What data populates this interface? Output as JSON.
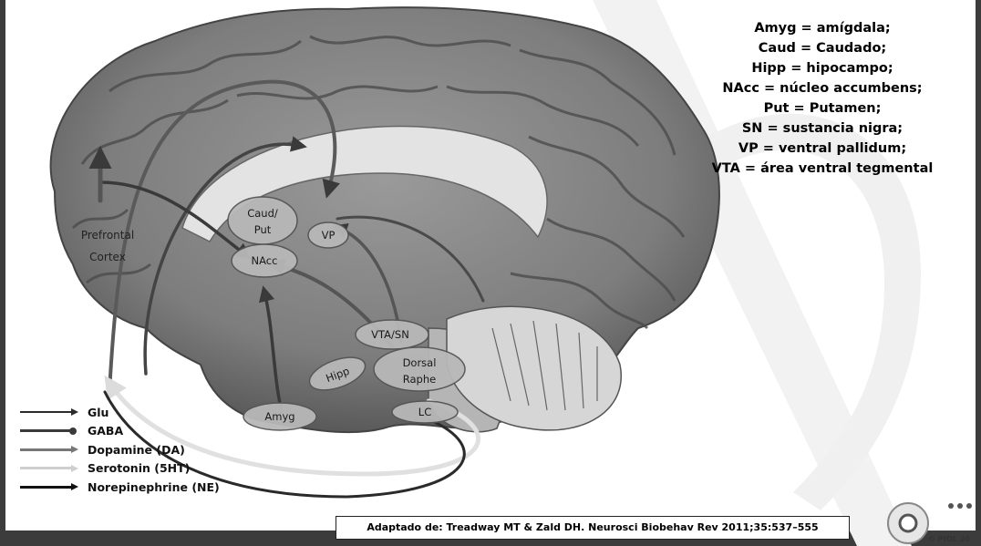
{
  "abbreviations": [
    "Amyg = amígdala;",
    "Caud = Caudado;",
    "Hipp = hipocampo;",
    "NAcc = núcleo accumbens;",
    "Put = Putamen;",
    "SN = sustancia nigra;",
    "VP = ventral pallidum;",
    "VTA = área ventral tegmental"
  ],
  "brain_labels": {
    "prefrontal_line1": "Prefrontal",
    "prefrontal_line2": "Cortex",
    "caud_put_line1": "Caud/",
    "caud_put_line2": "Put",
    "vp": "VP",
    "nacc": "NAcc",
    "vta_sn": "VTA/SN",
    "hipp": "Hipp",
    "dorsal_raphe_line1": "Dorsal",
    "dorsal_raphe_line2": "Raphe",
    "amyg": "Amyg",
    "lc": "LC"
  },
  "legend": [
    {
      "label": "Glu",
      "color": "#2b2b2b",
      "tip": "arrow"
    },
    {
      "label": "GABA",
      "color": "#3a3a3a",
      "tip": "dot"
    },
    {
      "label": "Dopamine (DA)",
      "color": "#777777",
      "tip": "arrow"
    },
    {
      "label": "Serotonin (5HT)",
      "color": "#cfcfcf",
      "tip": "arrow"
    },
    {
      "label": "Norepinephrine (NE)",
      "color": "#111111",
      "tip": "arrow"
    }
  ],
  "citation": "Adaptado de: Treadway MT & Zald DH. Neurosci Biobehav Rev 2011;35:537–555",
  "copyright": "© PfOL 20",
  "icons": [
    "circle-logo-icon",
    "more-dots-icon"
  ]
}
